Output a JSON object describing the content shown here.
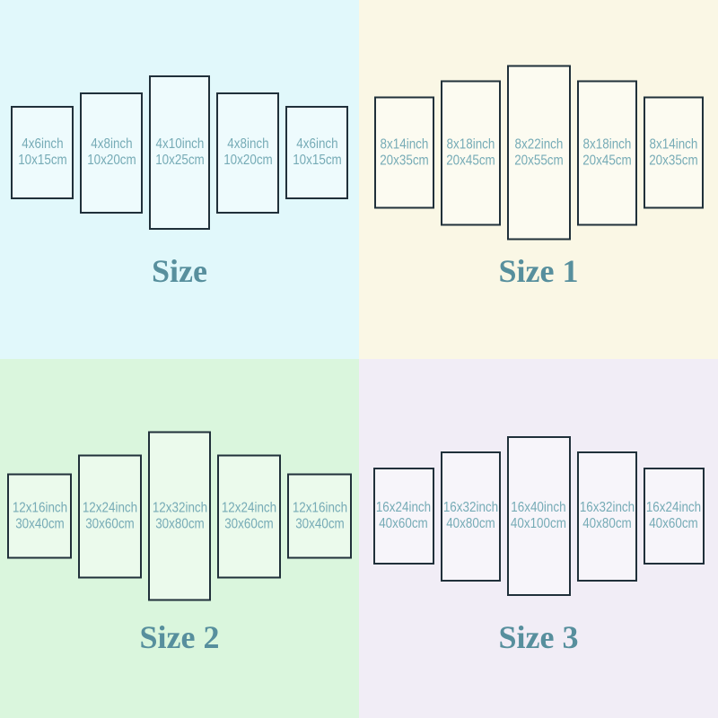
{
  "colors": {
    "q0_bg": "#e1f8fb",
    "q1_bg": "#faf7e5",
    "q2_bg": "#daf6dd",
    "q3_bg": "#f1edf6",
    "panel_border": "#20303a",
    "panel_fill": "rgba(255,255,255,0.45)",
    "label_text": "#76abb6",
    "title_text": "#578f9d"
  },
  "quadrants": [
    {
      "title": "Size",
      "panels": [
        {
          "inch": "4x6inch",
          "cm": "10x15cm"
        },
        {
          "inch": "4x8inch",
          "cm": "10x20cm"
        },
        {
          "inch": "4x10inch",
          "cm": "10x25cm"
        },
        {
          "inch": "4x8inch",
          "cm": "10x20cm"
        },
        {
          "inch": "4x6inch",
          "cm": "10x15cm"
        }
      ]
    },
    {
      "title": "Size 1",
      "panels": [
        {
          "inch": "8x14inch",
          "cm": "20x35cm"
        },
        {
          "inch": "8x18inch",
          "cm": "20x45cm"
        },
        {
          "inch": "8x22inch",
          "cm": "20x55cm"
        },
        {
          "inch": "8x18inch",
          "cm": "20x45cm"
        },
        {
          "inch": "8x14inch",
          "cm": "20x35cm"
        }
      ]
    },
    {
      "title": "Size 2",
      "panels": [
        {
          "inch": "12x16inch",
          "cm": "30x40cm"
        },
        {
          "inch": "12x24inch",
          "cm": "30x60cm"
        },
        {
          "inch": "12x32inch",
          "cm": "30x80cm"
        },
        {
          "inch": "12x24inch",
          "cm": "30x60cm"
        },
        {
          "inch": "12x16inch",
          "cm": "30x40cm"
        }
      ]
    },
    {
      "title": "Size 3",
      "panels": [
        {
          "inch": "16x24inch",
          "cm": "40x60cm"
        },
        {
          "inch": "16x32inch",
          "cm": "40x80cm"
        },
        {
          "inch": "16x40inch",
          "cm": "40x100cm"
        },
        {
          "inch": "16x32inch",
          "cm": "40x80cm"
        },
        {
          "inch": "16x24inch",
          "cm": "40x60cm"
        }
      ]
    }
  ]
}
